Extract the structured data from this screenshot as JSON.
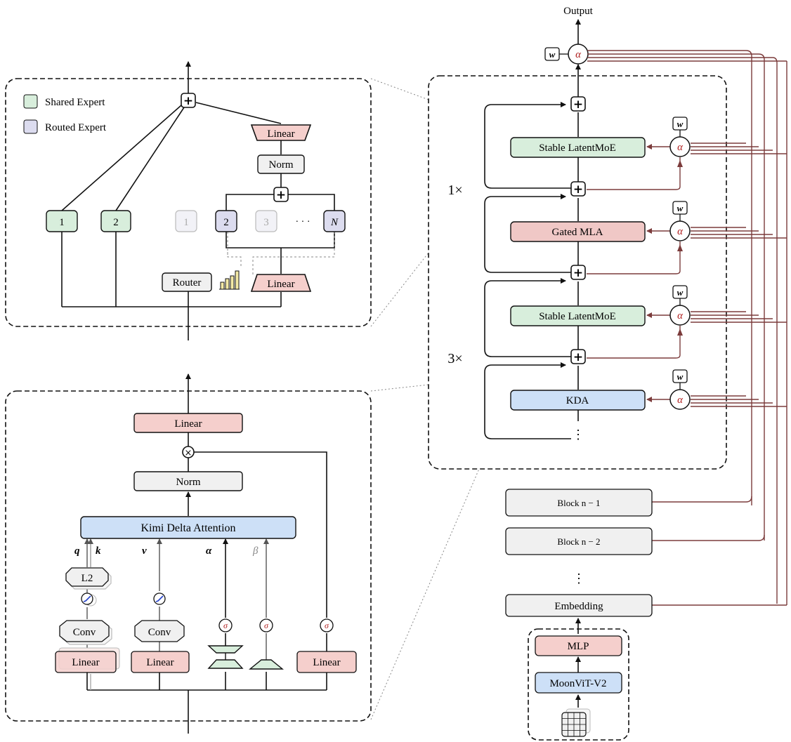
{
  "output_label": "Output",
  "w_label": "w",
  "alpha": "α",
  "beta": "β",
  "sigma": "σ",
  "plus": "+",
  "times": "×",
  "vdots": "⋮",
  "hdots": "· · ·",
  "moe_panel": {
    "legend_shared": "Shared Expert",
    "legend_routed": "Routed Expert",
    "linear_top": "Linear",
    "norm": "Norm",
    "shared_1": "1",
    "shared_2": "2",
    "routed_1": "1",
    "routed_2": "2",
    "routed_3": "3",
    "routed_n": "N",
    "router": "Router",
    "linear_bottom": "Linear"
  },
  "kda_panel": {
    "linear_top": "Linear",
    "norm": "Norm",
    "kda": "Kimi Delta Attention",
    "q": "q",
    "k": "k",
    "v": "v",
    "alpha": "α",
    "beta": "β",
    "l2": "L2",
    "conv_left": "Conv",
    "conv_mid": "Conv",
    "linear_1": "Linear",
    "linear_2": "Linear",
    "linear_3": "Linear"
  },
  "stack": {
    "stable_latentmoe_1": "Stable LatentMoE",
    "gated_mla": "Gated MLA",
    "stable_latentmoe_2": "Stable LatentMoE",
    "kda": "KDA",
    "mult_1x": "1×",
    "mult_3x": "3×",
    "block_n1": "Block n − 1",
    "block_n2": "Block n − 2",
    "embedding": "Embedding",
    "mlp": "MLP",
    "moonvit": "MoonViT-V2"
  },
  "colors": {
    "green": "#d8eedc",
    "red": "#f5cfcc",
    "blue": "#cde0f7",
    "gray": "#f0f0f0",
    "purple": "#dcdcef",
    "arrow_brown": "#7b3b3b"
  }
}
